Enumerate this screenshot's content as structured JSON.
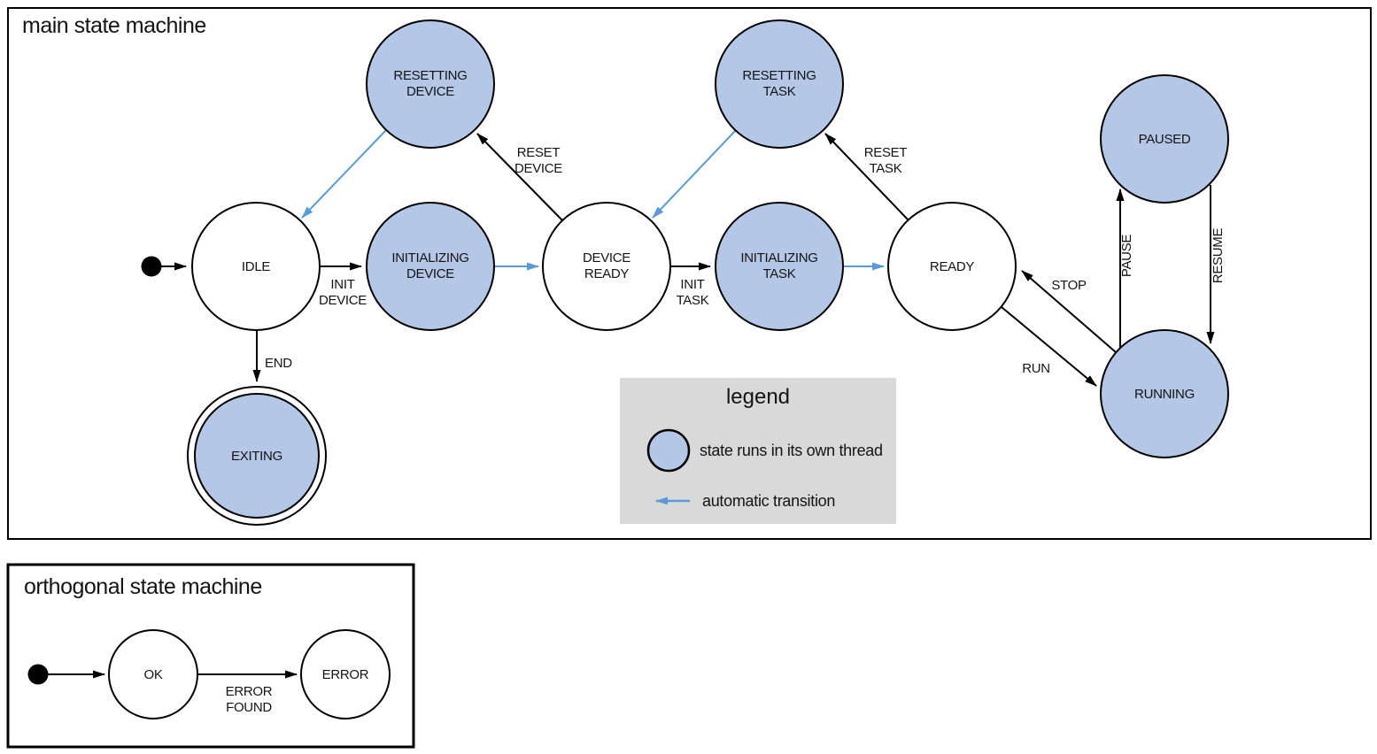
{
  "main": {
    "title": "main state machine",
    "states": {
      "idle": {
        "label": "IDLE"
      },
      "resetting_device": {
        "line1": "RESETTING",
        "line2": "DEVICE"
      },
      "initializing_device": {
        "line1": "INITIALIZING",
        "line2": "DEVICE"
      },
      "device_ready": {
        "line1": "DEVICE",
        "line2": "READY"
      },
      "resetting_task": {
        "line1": "RESETTING",
        "line2": "TASK"
      },
      "initializing_task": {
        "line1": "INITIALIZING",
        "line2": "TASK"
      },
      "ready": {
        "label": "READY"
      },
      "paused": {
        "label": "PAUSED"
      },
      "running": {
        "label": "RUNNING"
      },
      "exiting": {
        "label": "EXITING"
      }
    },
    "transitions": {
      "init_device": {
        "line1": "INIT",
        "line2": "DEVICE"
      },
      "reset_device": {
        "line1": "RESET",
        "line2": "DEVICE"
      },
      "init_task": {
        "line1": "INIT",
        "line2": "TASK"
      },
      "reset_task": {
        "line1": "RESET",
        "line2": "TASK"
      },
      "end": {
        "label": "END"
      },
      "run": {
        "label": "RUN"
      },
      "stop": {
        "label": "STOP"
      },
      "pause": {
        "label": "PAUSE"
      },
      "resume": {
        "label": "RESUME"
      }
    }
  },
  "legend": {
    "title": "legend",
    "thread_item": "state runs in its own thread",
    "auto_item": "automatic transition"
  },
  "orthogonal": {
    "title": "orthogonal state machine",
    "states": {
      "ok": {
        "label": "OK"
      },
      "error": {
        "label": "ERROR"
      }
    },
    "transitions": {
      "error_found": {
        "line1": "ERROR",
        "line2": "FOUND"
      }
    }
  },
  "colors": {
    "thread_state_fill": "#b4c7e7",
    "auto_transition_blue": "#5b9bd5",
    "legend_bg": "#d9d9d9"
  }
}
